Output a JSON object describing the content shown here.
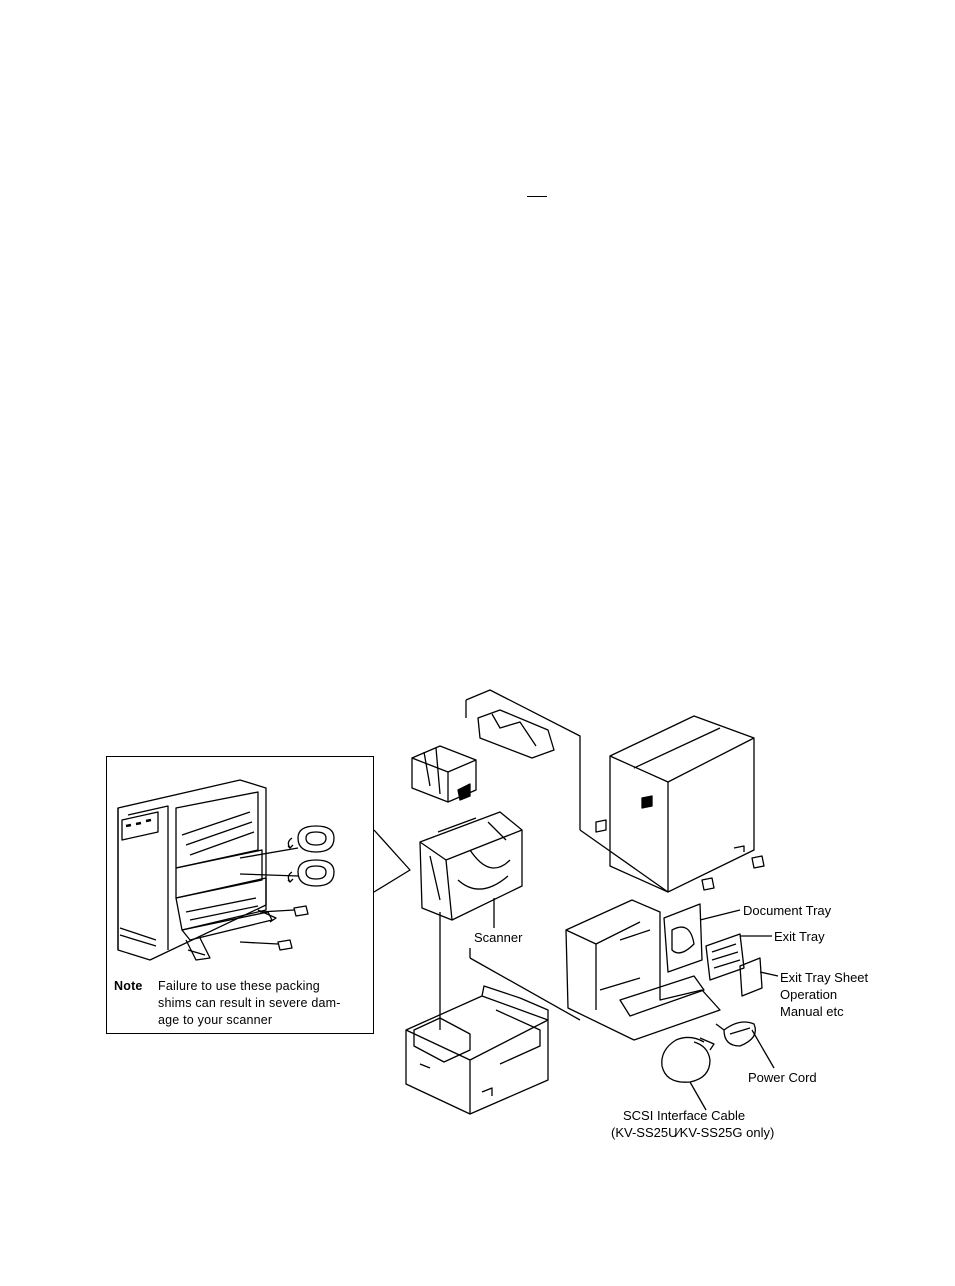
{
  "labels": {
    "scanner": "Scanner",
    "document_tray": "Document Tray",
    "exit_tray": "Exit Tray",
    "exit_tray_sheet": "Exit Tray Sheet",
    "operation": "Operation",
    "manual_etc": "Manual etc",
    "power_cord": "Power Cord",
    "scsi_cable": "SCSI Interface Cable",
    "scsi_models": "(KV-SS25U∕KV-SS25G only)"
  },
  "note": {
    "heading": "Note",
    "line1": "Failure to use these packing",
    "line2": "shims can result in severe dam-",
    "line3": "age to your scanner"
  }
}
